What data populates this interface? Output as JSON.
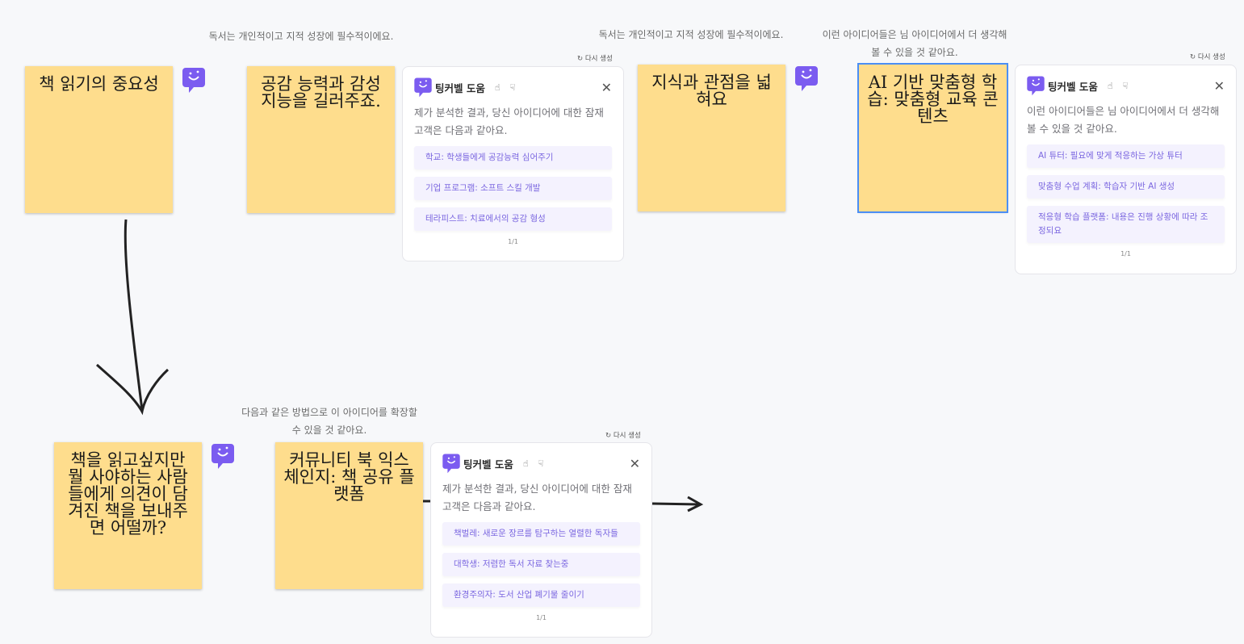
{
  "notes": [
    "책 읽기의 중요성",
    "공감 능력과 감성 지능을 길러주죠.",
    "지식과 관점을 넓혀요",
    "AI 기반 맞춤형 학습: 맞춤형 교육 콘텐츠",
    "책을 읽고싶지만 뭘 사야하는 사람들에게 의견이 담겨진 책을 보내주면 어떨까?",
    "커뮤니티 북 익스체인지: 책 공유 플랫폼"
  ],
  "captions": [
    "독서는 개인적이고 지적 성장에 필수적이에요.",
    "독서는 개인적이고 지적 성장에 필수적이에요.",
    "이런 아이디어들은 님 아이디어에서 더 생각해볼 수 있을 것 같아요.",
    "다음과 같은 방법으로 이 아이디어를 확장할 수 있을 것 같아요."
  ],
  "panel_common": {
    "title": "팅커벨 도움",
    "regenerate": "다시 생성",
    "close": "✕",
    "thumb_up": "👍",
    "thumb_down": "👎",
    "accent": "#7b5cf0"
  },
  "panels": [
    {
      "message": "제가 분석한 결과, 당신 아이디어에 대한 잠재 고객은 다음과 같아요.",
      "options": [
        "학교: 학생들에게 공감능력 심어주기",
        "기업 프로그램: 소프트 스킬 개발",
        "테라피스트: 치료에서의 공감 형성"
      ],
      "page": "1/1"
    },
    {
      "message": "이런 아이디어들은 님 아이디어에서 더 생각해볼 수 있을 것 같아요.",
      "options": [
        "AI 튜터: 필요에 맞게 적응하는 가상 튜터",
        "맞춤형 수업 계획: 학습자 기반 AI 생성",
        "적응형 학습 플랫폼: 내용은 진행 상황에 따라 조정되요"
      ],
      "page": "1/1"
    },
    {
      "message": "제가 분석한 결과, 당신 아이디어에 대한 잠재 고객은 다음과 같아요.",
      "options": [
        "책벌레: 새로운 장르를 탐구하는 열렬한 독자들",
        "대학생: 저렴한 독서 자료 찾는중",
        "환경주의자: 도서 산업 폐기물 줄이기"
      ],
      "page": "1/1"
    }
  ]
}
